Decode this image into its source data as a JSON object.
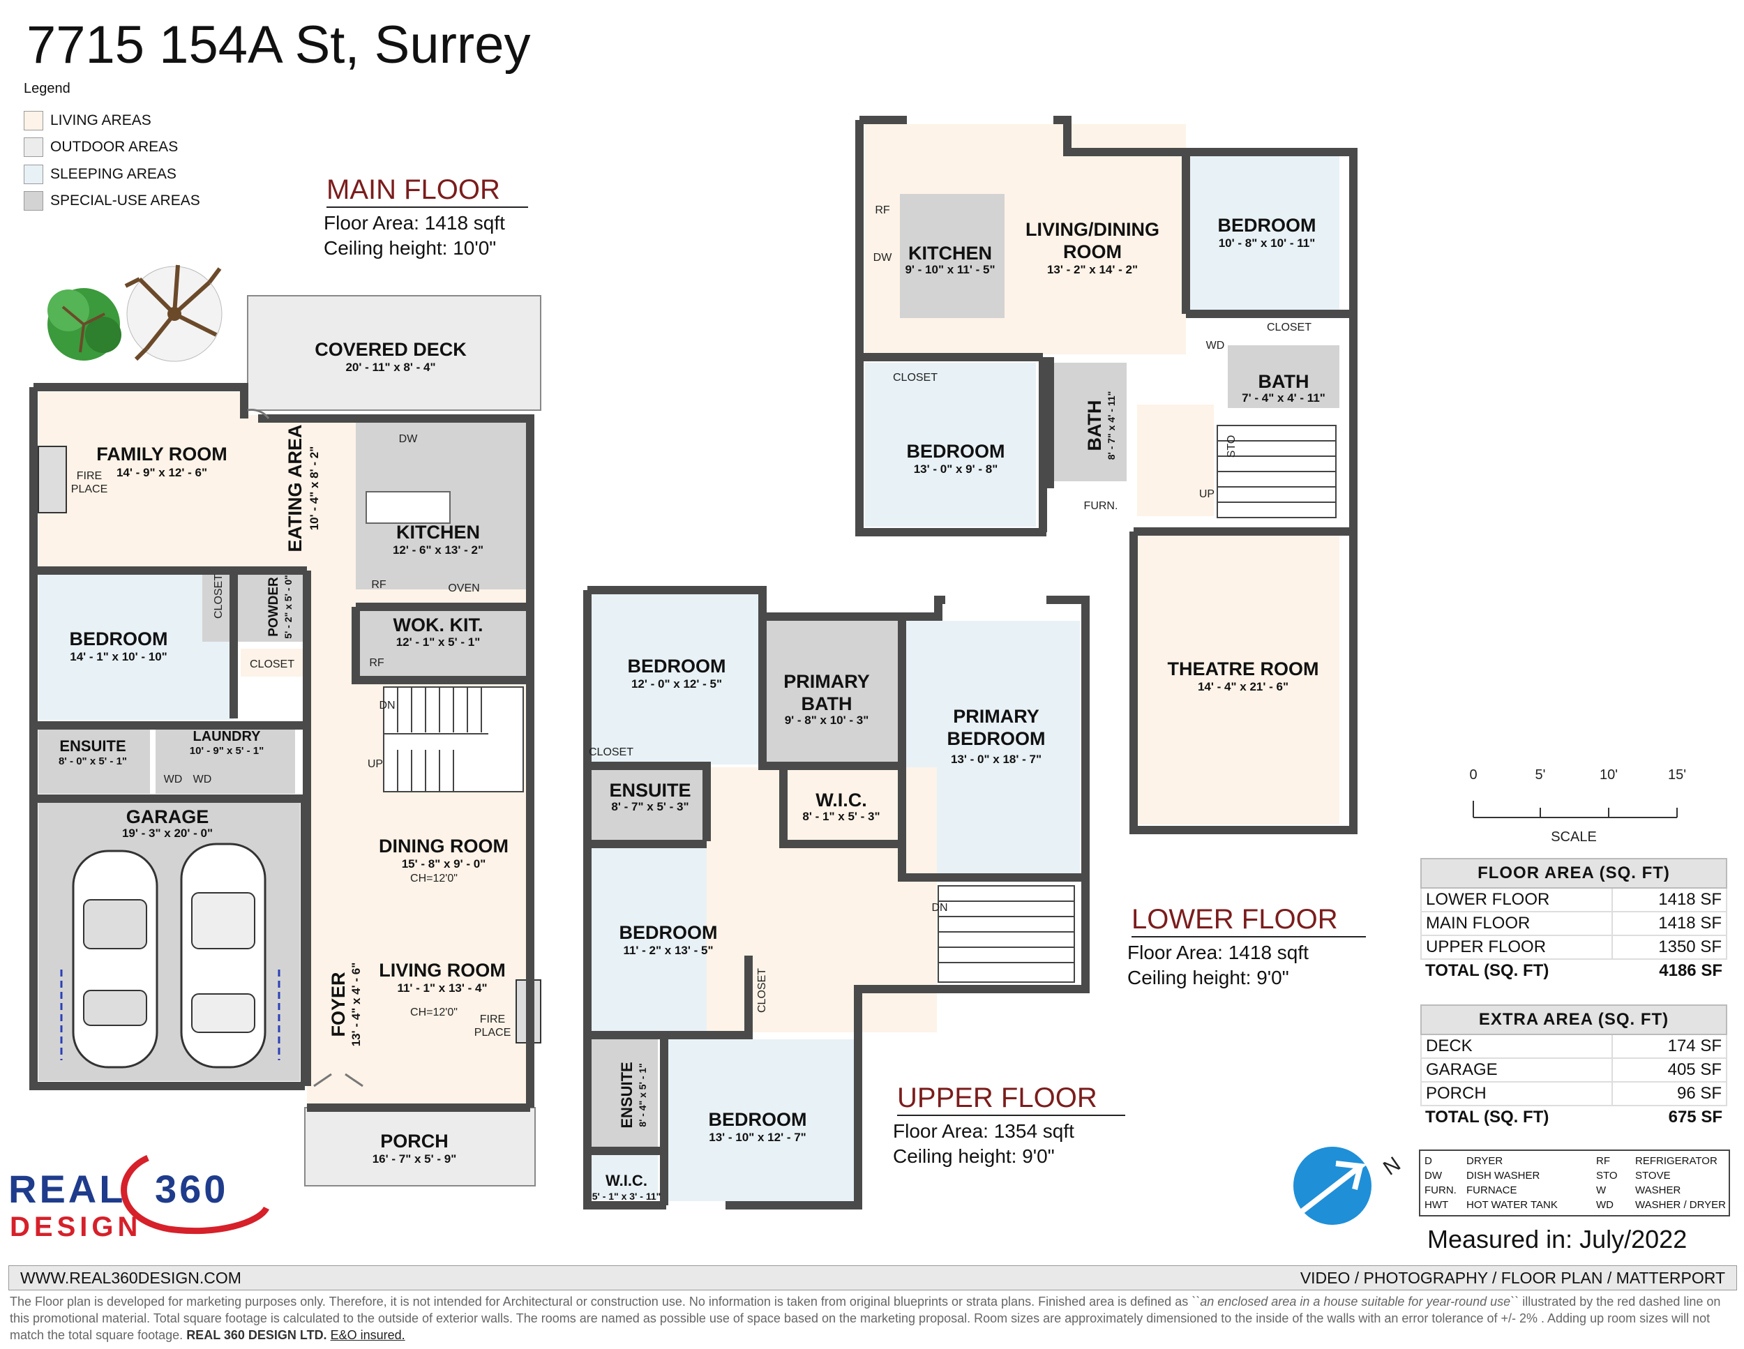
{
  "title": "7715 154A St, Surrey",
  "legend": {
    "heading": "Legend",
    "items": [
      {
        "label": "LIVING AREAS",
        "color": "#fdf3e8"
      },
      {
        "label": "OUTDOOR AREAS",
        "color": "#ececec"
      },
      {
        "label": "SLEEPING AREAS",
        "color": "#e8f1f6"
      },
      {
        "label": "SPECIAL-USE AREAS",
        "color": "#d3d3d3"
      }
    ]
  },
  "floors": {
    "main": {
      "name": "MAIN FLOOR",
      "area": "Floor Area: 1418 sqft",
      "ceiling": "Ceiling height: 10'0\""
    },
    "lower": {
      "name": "LOWER FLOOR",
      "area": "Floor Area: 1418 sqft",
      "ceiling": "Ceiling height: 9'0\""
    },
    "upper": {
      "name": "UPPER FLOOR",
      "area": "Floor Area: 1354 sqft",
      "ceiling": "Ceiling height: 9'0\""
    }
  },
  "rooms": {
    "main": {
      "covered_deck": {
        "name": "COVERED DECK",
        "dim": "20' - 11\" x 8' - 4\""
      },
      "family_room": {
        "name": "FAMILY ROOM",
        "dim": "14' - 9\" x 12' - 6\""
      },
      "eating_area": {
        "name": "EATING AREA",
        "dim": "10' - 4\" x 8' - 2\""
      },
      "kitchen": {
        "name": "KITCHEN",
        "dim": "12' - 6\" x 13' - 2\""
      },
      "wok_kitchen": {
        "name": "WOK. KIT.",
        "dim": "12' - 1\" x 5' - 1\""
      },
      "bedroom": {
        "name": "BEDROOM",
        "dim": "14' - 1\" x 10' - 10\""
      },
      "powder": {
        "name": "POWDER",
        "dim": "5' - 2\" x 5' - 0\""
      },
      "ensuite": {
        "name": "ENSUITE",
        "dim": "8' - 0\" x 5' - 1\""
      },
      "laundry": {
        "name": "LAUNDRY",
        "dim": "10' - 9\" x 5' - 1\""
      },
      "garage": {
        "name": "GARAGE",
        "dim": "19' - 3\" x 20' - 0\""
      },
      "dining_room": {
        "name": "DINING ROOM",
        "dim": "15' - 8\" x 9' - 0\"",
        "ch": "CH=12'0\""
      },
      "living_room": {
        "name": "LIVING ROOM",
        "dim": "11' - 1\" x 13' - 4\"",
        "ch": "CH=12'0\""
      },
      "foyer": {
        "name": "FOYER",
        "dim": "13' - 4\" x 4' - 6\""
      },
      "porch": {
        "name": "PORCH",
        "dim": "16' - 7\" x 5' - 9\""
      }
    },
    "lower": {
      "kitchen": {
        "name": "KITCHEN",
        "dim": "9' - 10\" x 11' - 5\""
      },
      "living_dining": {
        "name1": "LIVING/DINING",
        "name2": "ROOM",
        "dim": "13' - 2\" x 14' - 2\""
      },
      "bedroom_1": {
        "name": "BEDROOM",
        "dim": "10' - 8\" x 10' - 11\""
      },
      "bedroom_2": {
        "name": "BEDROOM",
        "dim": "13' - 0\" x 9' - 8\""
      },
      "bath_1": {
        "name": "BATH",
        "dim": "7' - 4\" x 4' - 11\""
      },
      "bath_2": {
        "name": "BATH",
        "dim": "8' - 7\" x 4' - 11\""
      },
      "theatre": {
        "name": "THEATRE ROOM",
        "dim": "14' - 4\" x 21' - 6\""
      }
    },
    "upper": {
      "bedroom_1": {
        "name": "BEDROOM",
        "dim": "12' - 0\" x 12' - 5\""
      },
      "primary_bath": {
        "name1": "PRIMARY",
        "name2": "BATH",
        "dim": "9' - 8\" x 10' - 3\""
      },
      "primary_bedroom": {
        "name1": "PRIMARY",
        "name2": "BEDROOM",
        "dim": "13' - 0\" x 18' - 7\""
      },
      "ensuite_1": {
        "name": "ENSUITE",
        "dim": "8' - 7\" x 5' - 3\""
      },
      "wic_1": {
        "name": "W.I.C.",
        "dim": "8' - 1\" x 5' - 3\""
      },
      "bedroom_2": {
        "name": "BEDROOM",
        "dim": "11' - 2\" x 13' - 5\""
      },
      "ensuite_2": {
        "name": "ENSUITE",
        "dim": "8' - 4\" x 5' - 1\""
      },
      "bedroom_3": {
        "name": "BEDROOM",
        "dim": "13' - 10\" x 12' - 7\""
      },
      "wic_2": {
        "name": "W.I.C.",
        "dim": "5' - 1\" x 3' - 11\""
      }
    }
  },
  "fixtures": {
    "rf": "RF",
    "dw": "DW",
    "oven": "OVEN",
    "wd": "WD",
    "furn": "FURN.",
    "sto": "STO",
    "closet": "CLOSET",
    "fire": "FIRE",
    "place": "PLACE",
    "up": "UP",
    "dn": "DN"
  },
  "scale": {
    "ticks": [
      "0",
      "5'",
      "10'",
      "15'"
    ],
    "label": "SCALE"
  },
  "floor_area_table": {
    "header": "FLOOR AREA (SQ. FT)",
    "rows": [
      {
        "label": "LOWER FLOOR",
        "value": "1418 SF"
      },
      {
        "label": "MAIN FLOOR",
        "value": "1418 SF"
      },
      {
        "label": "UPPER FLOOR",
        "value": "1350 SF"
      }
    ],
    "total": {
      "label": "TOTAL (SQ. FT)",
      "value": "4186 SF"
    }
  },
  "extra_area_table": {
    "header": "EXTRA AREA (SQ. FT)",
    "rows": [
      {
        "label": "DECK",
        "value": "174 SF"
      },
      {
        "label": "GARAGE",
        "value": "405 SF"
      },
      {
        "label": "PORCH",
        "value": "96 SF"
      }
    ],
    "total": {
      "label": "TOTAL (SQ. FT)",
      "value": "675 SF"
    }
  },
  "abbreviations": [
    {
      "code": "D",
      "meaning": "DRYER"
    },
    {
      "code": "DW",
      "meaning": "DISH WASHER"
    },
    {
      "code": "FURN.",
      "meaning": "FURNACE"
    },
    {
      "code": "HWT",
      "meaning": "HOT WATER TANK"
    },
    {
      "code": "RF",
      "meaning": "REFRIGERATOR"
    },
    {
      "code": "STO",
      "meaning": "STOVE"
    },
    {
      "code": "W",
      "meaning": "WASHER"
    },
    {
      "code": "WD",
      "meaning": "WASHER / DRYER"
    }
  ],
  "compass": {
    "letter": "N"
  },
  "measured": "Measured in: July/2022",
  "logo": {
    "line1": "REAL",
    "line1b": "360",
    "line2": "DESIGN"
  },
  "footer": {
    "website": "WWW.REAL360DESIGN.COM",
    "services": "VIDEO / PHOTOGRAPHY / FLOOR PLAN / MATTERPORT",
    "disclaimer_1": "The Floor plan is developed for marketing purposes only. Therefore, it is not intended for Architectural or construction use. No information is taken from original blueprints or strata plans. Finished area is defined as",
    "disclaimer_quote": "``an enclosed area in a house suitable for year-round use``",
    "disclaimer_2": "illustrated by the red dashed line on this promotional material. Total square footage is calculated to the outside of exterior walls. The rooms are named as possible use of space based on the marketing proposal. Room sizes are approximately dimensioned to the inside of the walls with an error tolerance of +/- 2% . Adding up room sizes will not match the total square footage.",
    "company": "REAL 360 DESIGN LTD.",
    "insured": "E&O insured."
  },
  "colors": {
    "living": "#fdf3e8",
    "outdoor": "#ececec",
    "sleeping": "#e8f1f6",
    "special": "#d3d3d3",
    "wall": "#4a4a4a",
    "floor_title": "#7b1c1c",
    "logo_blue": "#1f3c8c",
    "logo_red": "#d6202a"
  }
}
